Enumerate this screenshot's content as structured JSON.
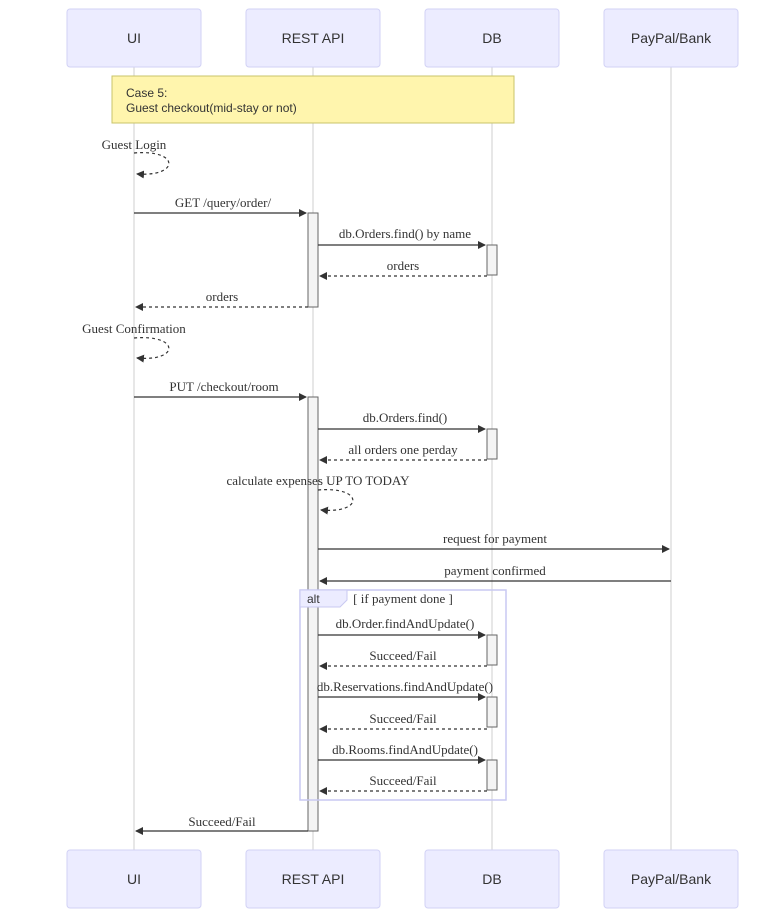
{
  "actors": [
    {
      "id": "ui",
      "label": "UI"
    },
    {
      "id": "api",
      "label": "REST API"
    },
    {
      "id": "db",
      "label": "DB"
    },
    {
      "id": "paypal",
      "label": "PayPal/Bank"
    }
  ],
  "note": {
    "line1": "Case 5:",
    "line2": "Guest checkout(mid-stay or not)"
  },
  "messages": {
    "guest_login": "Guest Login",
    "get_query_order": "GET /query/order/",
    "db_orders_find_by_name": "db.Orders.find() by name",
    "orders_from_db": "orders",
    "orders_to_ui": "orders",
    "guest_confirmation": "Guest Confirmation",
    "put_checkout_room": "PUT /checkout/room",
    "db_orders_find": "db.Orders.find()",
    "all_orders_one_perday": "all orders one perday",
    "calculate_expenses": "calculate expenses UP TO TODAY",
    "request_for_payment": "request for payment",
    "payment_confirmed": "payment confirmed",
    "db_order_find_and_update": "db.Order.findAndUpdate()",
    "succeed_fail_1": "Succeed/Fail",
    "db_reservations_find_and_update": "db.Reservations.findAndUpdate()",
    "succeed_fail_2": "Succeed/Fail",
    "db_rooms_find_and_update": "db.Rooms.findAndUpdate()",
    "succeed_fail_3": "Succeed/Fail",
    "succeed_fail_ui": "Succeed/Fail"
  },
  "alt": {
    "keyword": "alt",
    "condition": "[ if payment done ]"
  },
  "colors": {
    "actor_fill": "#ECECFF",
    "note_fill": "#FFF5AD",
    "alt_border": "#C9C9F2"
  }
}
